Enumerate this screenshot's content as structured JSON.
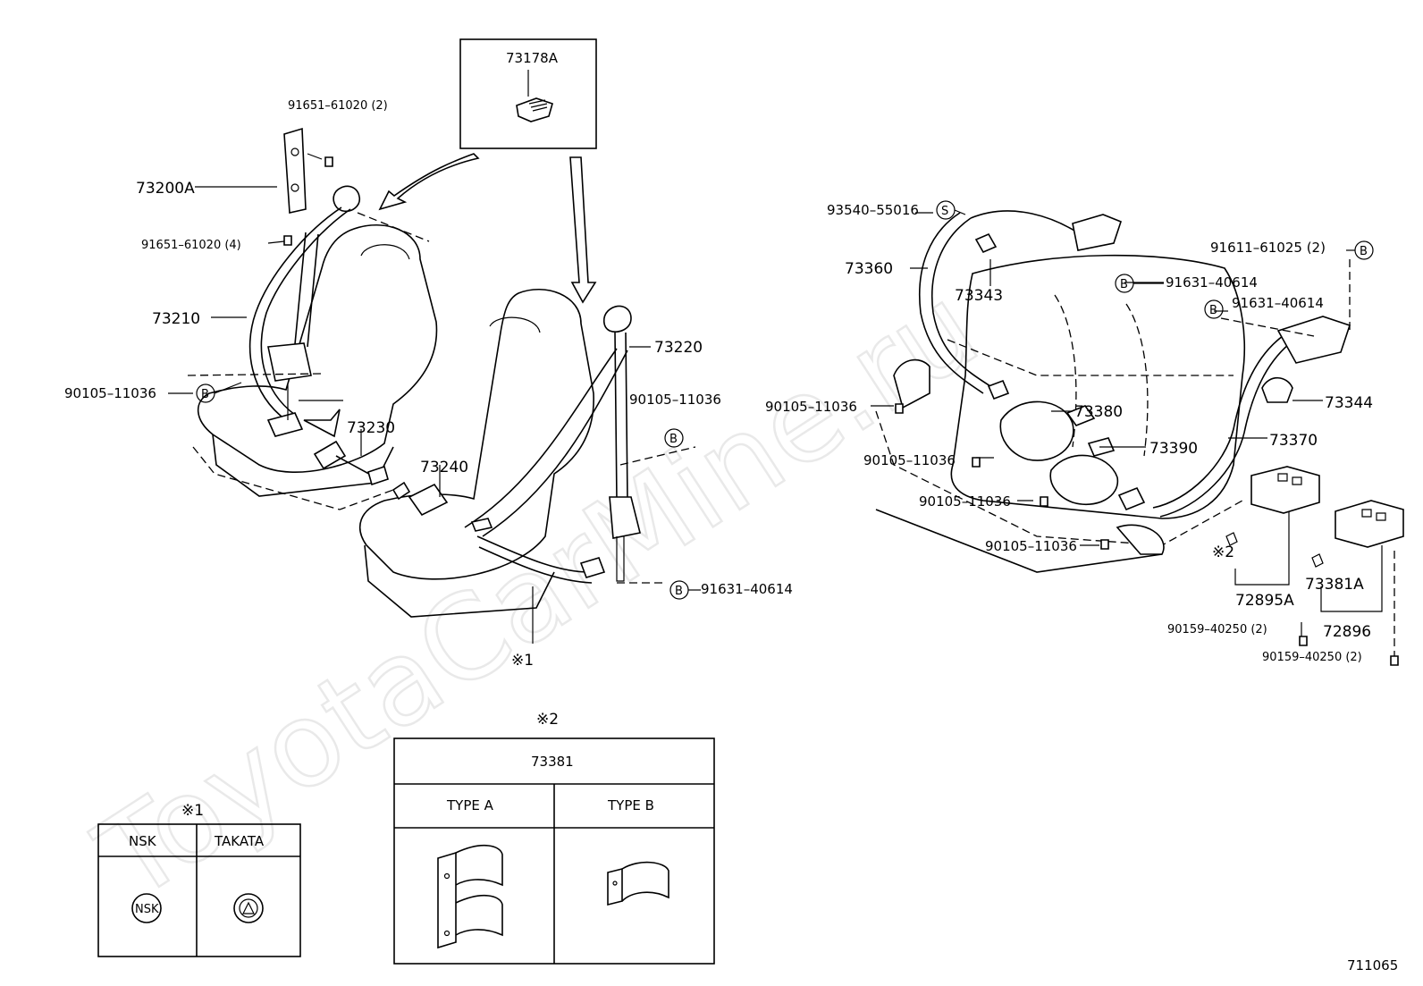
{
  "watermark": "ToyotaCarMine.ru",
  "diagram_id": "711065",
  "inset_top": {
    "part": "73178A"
  },
  "labels": {
    "p91651_61020_2": "91651–61020 (2)",
    "p73200A": "73200A",
    "p91651_61020_4": "91651–61020 (4)",
    "p73210": "73210",
    "p90105_11036_left": "90105–11036",
    "p73230": "73230",
    "p73240": "73240",
    "p73220": "73220",
    "p90105_11036_mid": "90105–11036",
    "p91631_40614_mid": "91631–40614",
    "note1_marker": "※1",
    "p93540_55016": "93540–55016",
    "p73360": "73360",
    "p73343": "73343",
    "p91631_40614_r1": "91631–40614",
    "p91611_61025": "91611–61025 (2)",
    "p91631_40614_r2": "91631–40614",
    "p73344": "73344",
    "p90105_11036_r1": "90105–11036",
    "p73380": "73380",
    "p90105_11036_r2": "90105–11036",
    "p73390": "73390",
    "p73370": "73370",
    "p90105_11036_r3": "90105–11036",
    "p90105_11036_r4": "90105–11036",
    "note2_marker": "※2",
    "p72895A": "72895A",
    "p73381A": "73381A",
    "p90159_40250_a": "90159–40250 (2)",
    "p72896": "72896",
    "p90159_40250_b": "90159–40250 (2)"
  },
  "bolt_symbols": {
    "b": "B",
    "s": "S"
  },
  "table1": {
    "marker": "※1",
    "headers": [
      "NSK",
      "TAKATA"
    ],
    "nsk_logo_text": "NSK"
  },
  "table2": {
    "marker": "※2",
    "title": "73381",
    "headers": [
      "TYPE A",
      "TYPE B"
    ]
  }
}
